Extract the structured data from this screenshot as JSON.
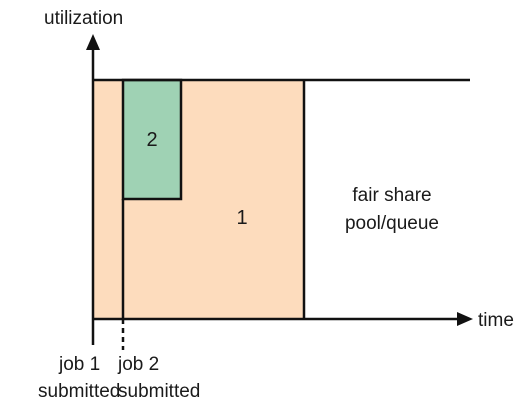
{
  "axes": {
    "y_label": "utilization",
    "x_label": "time"
  },
  "blocks": {
    "job1_label": "1",
    "job2_label": "2",
    "pool_line1": "fair share",
    "pool_line2": "pool/queue"
  },
  "markers": {
    "job1_line1": "job 1",
    "job1_line2": "submitted",
    "job2_line1": "job 2",
    "job2_line2": "submitted"
  },
  "colors": {
    "job1_fill": "#fddcbd",
    "job2_fill": "#9fd2b4",
    "stroke": "#111111"
  }
}
